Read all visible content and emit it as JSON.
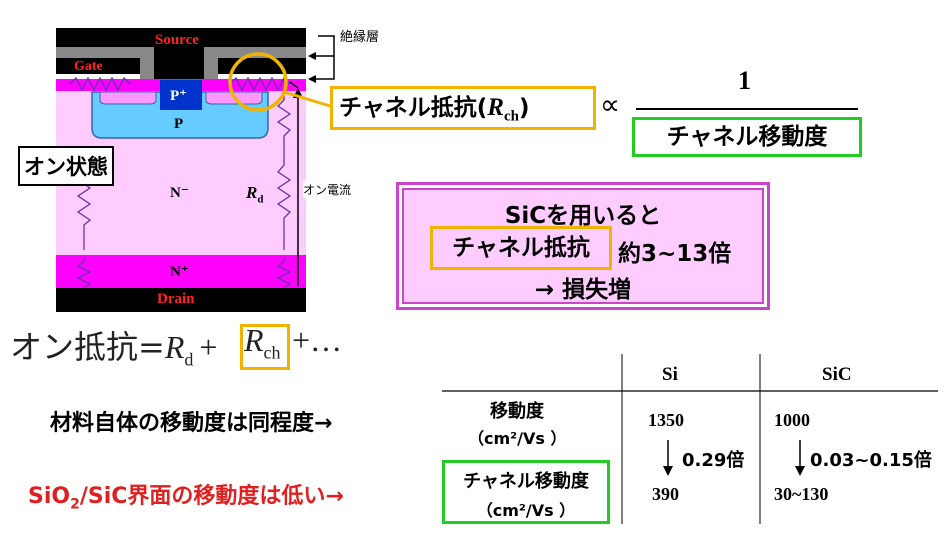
{
  "device": {
    "source_label": "Source",
    "gate_label": "Gate",
    "p_plus_label": "P⁺",
    "p_label": "P",
    "n_minus_label": "N⁻",
    "n_plus_label": "N⁺",
    "drain_label": "Drain",
    "rd_main": "R",
    "rd_sub": "d",
    "insulator_label": "絶縁層",
    "on_current_label": "オン電流",
    "on_state_label": "オン状態"
  },
  "formula1": {
    "channel_resistance": "チャネル抵抗(",
    "r": "R",
    "sub": "ch",
    "close": ")",
    "propto": "∝",
    "numerator": "1",
    "denominator": "チャネル移動度"
  },
  "sic_box": {
    "line1": "SiCを用いると",
    "line2_boxed": "チャネル抵抗",
    "line2_rest": "約3~13倍",
    "line3": "→ 損失増"
  },
  "on_resistance": {
    "prefix": "オン抵抗=",
    "rd": "R",
    "rd_sub": "d",
    "plus1": "+",
    "rch": "R",
    "rch_sub": "ch",
    "tail": "+…"
  },
  "table": {
    "col_si": "Si",
    "col_sic": "SiC",
    "row1_label_line1": "移動度",
    "row1_label_line2": "（cm²/Vs ）",
    "row1_si": "1350",
    "row1_sic": "1000",
    "ratio_si": "0.29倍",
    "ratio_sic": "0.03~0.15倍",
    "row2_label_line1": "チャネル移動度",
    "row2_label_line2": "（cm²/Vs ）",
    "row2_si": "390",
    "row2_sic": "30~130"
  },
  "notes": {
    "material_mobility": "材料自体の移動度は同程度→",
    "interface_prefix": "SiO",
    "interface_sub": "2",
    "interface_rest": "/SiC界面の移動度は低い→"
  },
  "colors": {
    "pink": "#ff00ff",
    "light_pink": "#ffccff",
    "blue": "#0033cc",
    "light_blue": "#66ccff",
    "orange": "#f0b400",
    "green": "#22cc22",
    "red": "#e02020"
  }
}
